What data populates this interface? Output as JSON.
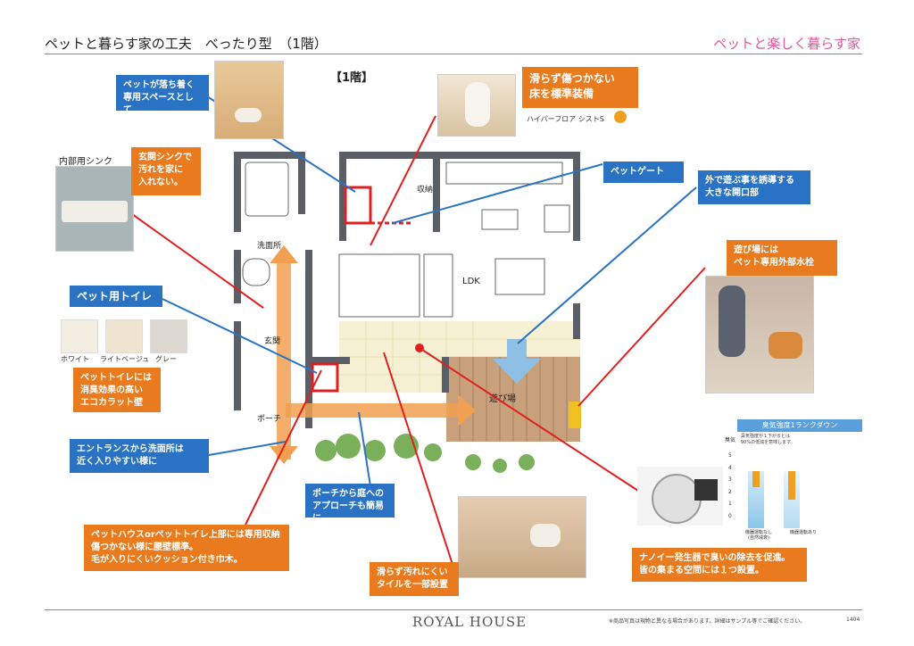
{
  "header": {
    "title": "ペットと暮らす家の工夫　べったり型　（1階）",
    "subtitle": "ペットと楽しく暮らす家"
  },
  "floor_label": "【1階】",
  "plan_labels": {
    "washroom": "洗面所",
    "entrance": "玄関",
    "porch": "ポーチ",
    "ldk": "LDK",
    "storage": "収納",
    "play": "遊び場"
  },
  "callouts": {
    "pet_space": "ペットが落ち着く\n専用スペースとして",
    "floor": "滑らず傷つかない\n床を標準装備",
    "floor_brand": "ハイパーフロア シストS",
    "gate": "ペットゲート",
    "opening": "外で遊ぶ事を誘導する\n大きな開口部",
    "sink_label": "内部用シンク",
    "sink": "玄関シンクで\n汚れを家に\n入れない。",
    "water": "遊び場には\nペット専用外部水栓",
    "toilet_title": "ペット用トイレ",
    "wall": "ペットトイレには\n消臭効果の高い\nエコカラット壁",
    "entrance": "エントランスから洗面所は\n近く入りやすい様に",
    "porch": "ポーチから庭への\nアプローチも簡易に",
    "storage": "ペットハウスorペットトイレ上部には専用収納\n傷つかない様に腰壁標準。\n毛が入りにくいクッション付き巾木。",
    "tile": "滑らず汚れにくい\nタイルを一部設置",
    "nanoe": "ナノイー発生器で臭いの除去を促進。\n皆の集まる空間には１つ設置。"
  },
  "swatches": [
    "ホワイト",
    "ライトベージュ",
    "グレー"
  ],
  "odor_chart": {
    "title": "臭気強度1ランクダウン",
    "note": "臭気強度が１下がるとは\n90%の低減を意味します。",
    "ylabel": "臭気",
    "ticks": [
      "5",
      "4",
      "3",
      "2",
      "1",
      "0"
    ],
    "bars": [
      "機器運転なし\n(自然減衰)",
      "機器運転あり"
    ]
  },
  "footer": {
    "brand": "ROYAL HOUSE",
    "note": "※商品写真は現物と異なる場合があります。詳細はサンプル等でご確認ください。",
    "page": "1404"
  },
  "colors": {
    "blue": "#2a73c4",
    "orange": "#ea7a1e",
    "pink": "#e05a9a",
    "red": "#e02020",
    "wall": "#5a5e66"
  }
}
